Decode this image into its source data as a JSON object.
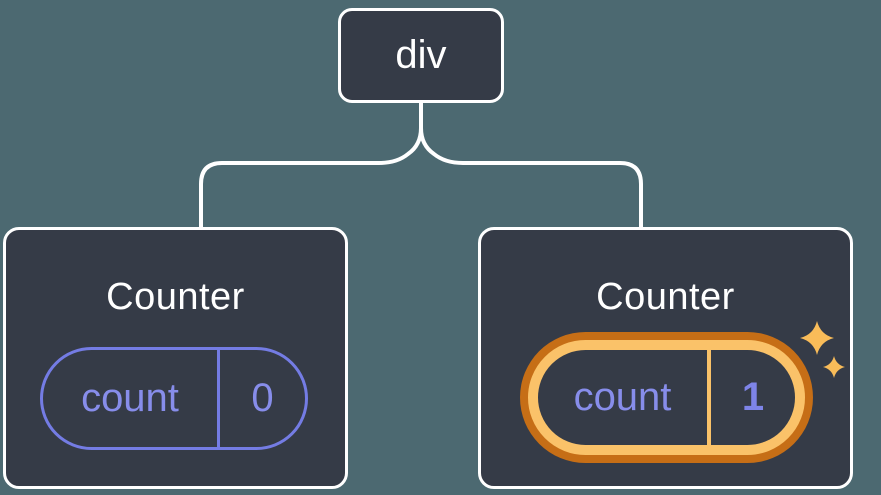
{
  "diagram": {
    "description": "Component tree: a div root with two Counter children, each holding a count state pill; the second Counter's state is highlighted",
    "colors": {
      "background": "#4C6971",
      "node_fill": "#353B47",
      "node_border": "#FFFFFF",
      "connector": "#FFFFFF",
      "state_text": "#878DEA",
      "state_border": "#747CE4",
      "highlight_ring_outer": "#C66E16",
      "highlight_ring_inner": "#FAC269",
      "sparkle": "#F9BC59"
    },
    "root": {
      "label": "div"
    },
    "children": [
      {
        "title": "Counter",
        "state": {
          "key": "count",
          "value": "0"
        },
        "highlighted": false
      },
      {
        "title": "Counter",
        "state": {
          "key": "count",
          "value": "1"
        },
        "highlighted": true,
        "badge_icon": "sparkles-icon"
      }
    ]
  }
}
